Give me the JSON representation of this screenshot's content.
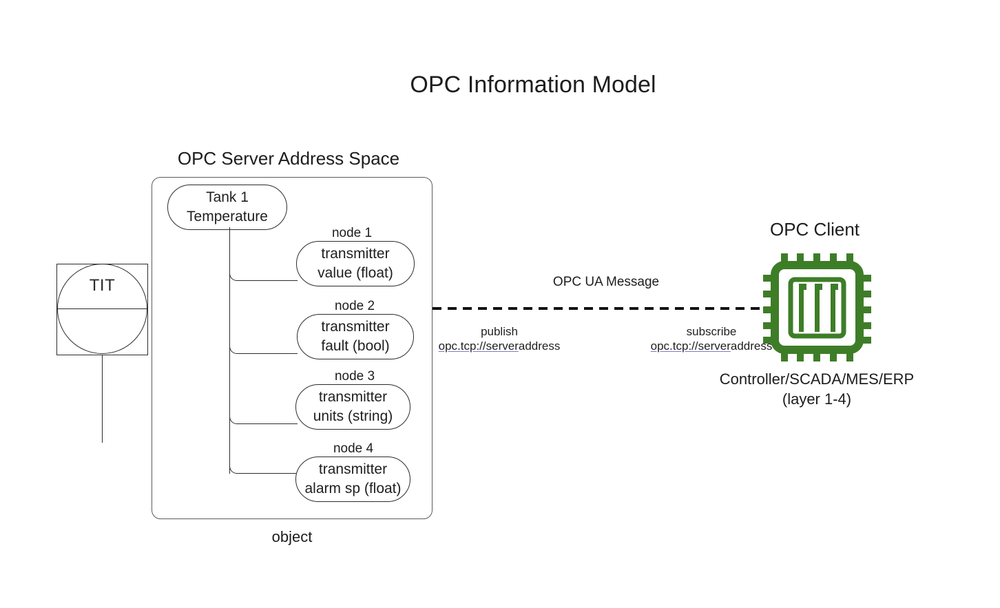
{
  "title": "OPC Information Model",
  "server": {
    "caption": "OPC Server Address Space",
    "object_label": "object",
    "root_node": {
      "line1": "Tank 1",
      "line2": "Temperature"
    },
    "nodes": [
      {
        "tag": "node 1",
        "line1": "transmitter",
        "line2": "value (float)"
      },
      {
        "tag": "node 2",
        "line1": "transmitter",
        "line2": "fault (bool)"
      },
      {
        "tag": "node 3",
        "line1": "transmitter",
        "line2": "units (string)"
      },
      {
        "tag": "node 4",
        "line1": "transmitter",
        "line2": "alarm sp (float)"
      }
    ]
  },
  "instrument": {
    "tag": "TIT"
  },
  "link": {
    "message_label": "OPC UA Message",
    "publish": {
      "action": "publish",
      "url_link_part": "opc.tcp://server",
      "url_plain_part": "address"
    },
    "subscribe": {
      "action": "subscribe",
      "url_link_part": "opc.tcp://server",
      "url_plain_part": "address"
    }
  },
  "client": {
    "caption": "OPC Client",
    "icon": "cpu-chip-icon",
    "icon_color": "#3e7d28",
    "role_line1": "Controller/SCADA/MES/ERP",
    "role_line2": "(layer 1-4)"
  }
}
